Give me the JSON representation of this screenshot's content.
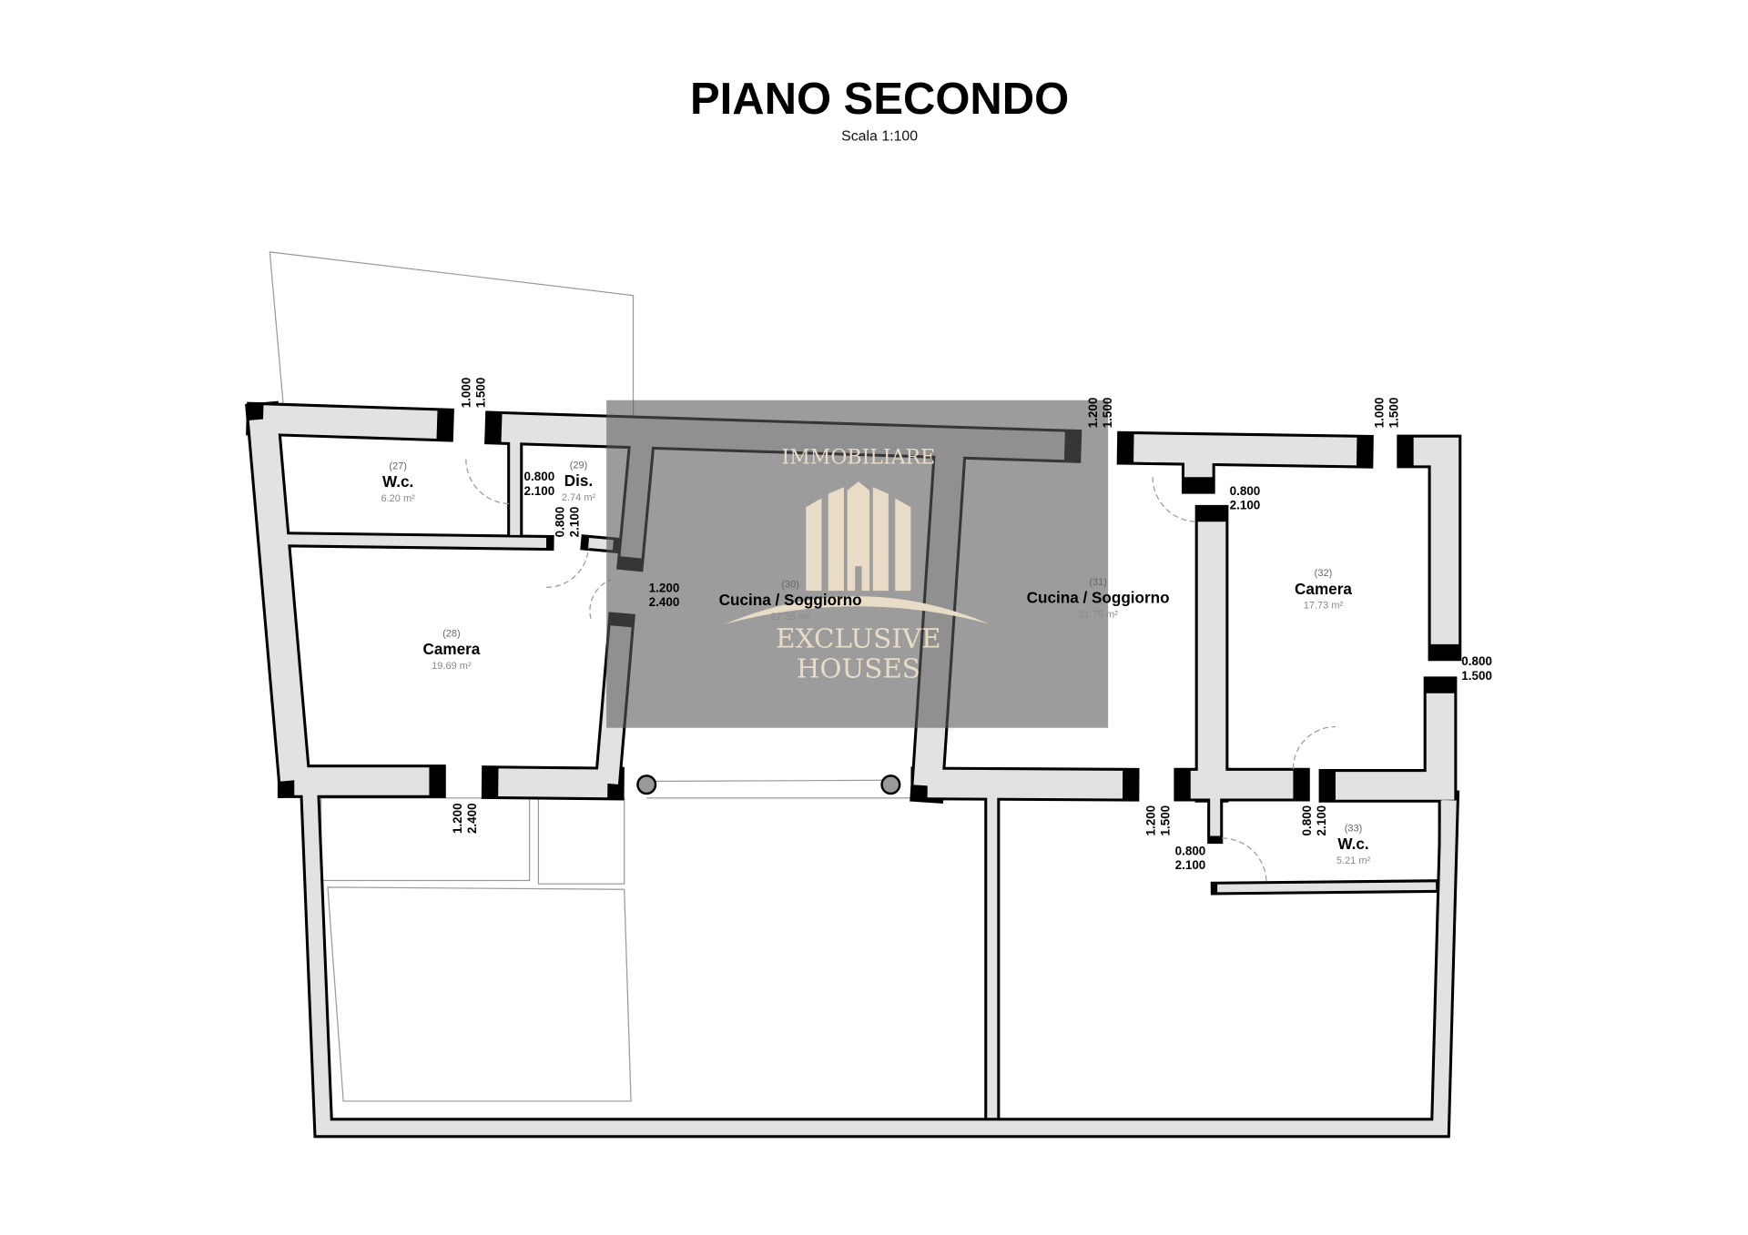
{
  "header": {
    "title": "PIANO SECONDO",
    "scale": "Scala 1:100"
  },
  "watermark": {
    "line1": "IMMOBILIARE",
    "line2": "EXCLUSIVE",
    "line3": "HOUSES",
    "color": "#e9dcc6"
  },
  "colors": {
    "wall_fill": "#e2e2e2",
    "wall_outline": "#000000",
    "overlay": "#5a5a5a"
  },
  "rooms": [
    {
      "number": "(27)",
      "name": "W.c.",
      "area": "6.20 m²"
    },
    {
      "number": "(29)",
      "name": "Dis.",
      "area": "2.74 m²"
    },
    {
      "number": "(28)",
      "name": "Camera",
      "area": "19.69 m²"
    },
    {
      "number": "(30)",
      "name": "Cucina / Soggiorno",
      "area": "27.35 m²"
    },
    {
      "number": "(31)",
      "name": "Cucina / Soggiorno",
      "area": "21.75 m²"
    },
    {
      "number": "(32)",
      "name": "Camera",
      "area": "17.73 m²"
    },
    {
      "number": "(33)",
      "name": "W.c.",
      "area": "5.21 m²"
    }
  ],
  "openings": [
    {
      "width": "1.000",
      "height": "1.500"
    },
    {
      "width": "0.800",
      "height": "2.100"
    },
    {
      "width": "0.800",
      "height": "2.100"
    },
    {
      "width": "1.200",
      "height": "2.400"
    },
    {
      "width": "1.200",
      "height": "1.500"
    },
    {
      "width": "0.800",
      "height": "2.100"
    },
    {
      "width": "1.000",
      "height": "1.500"
    },
    {
      "width": "0.800",
      "height": "1.500"
    },
    {
      "width": "1.200",
      "height": "2.400"
    },
    {
      "width": "1.200",
      "height": "1.500"
    },
    {
      "width": "0.800",
      "height": "2.100"
    },
    {
      "width": "0.800",
      "height": "2.100"
    }
  ]
}
